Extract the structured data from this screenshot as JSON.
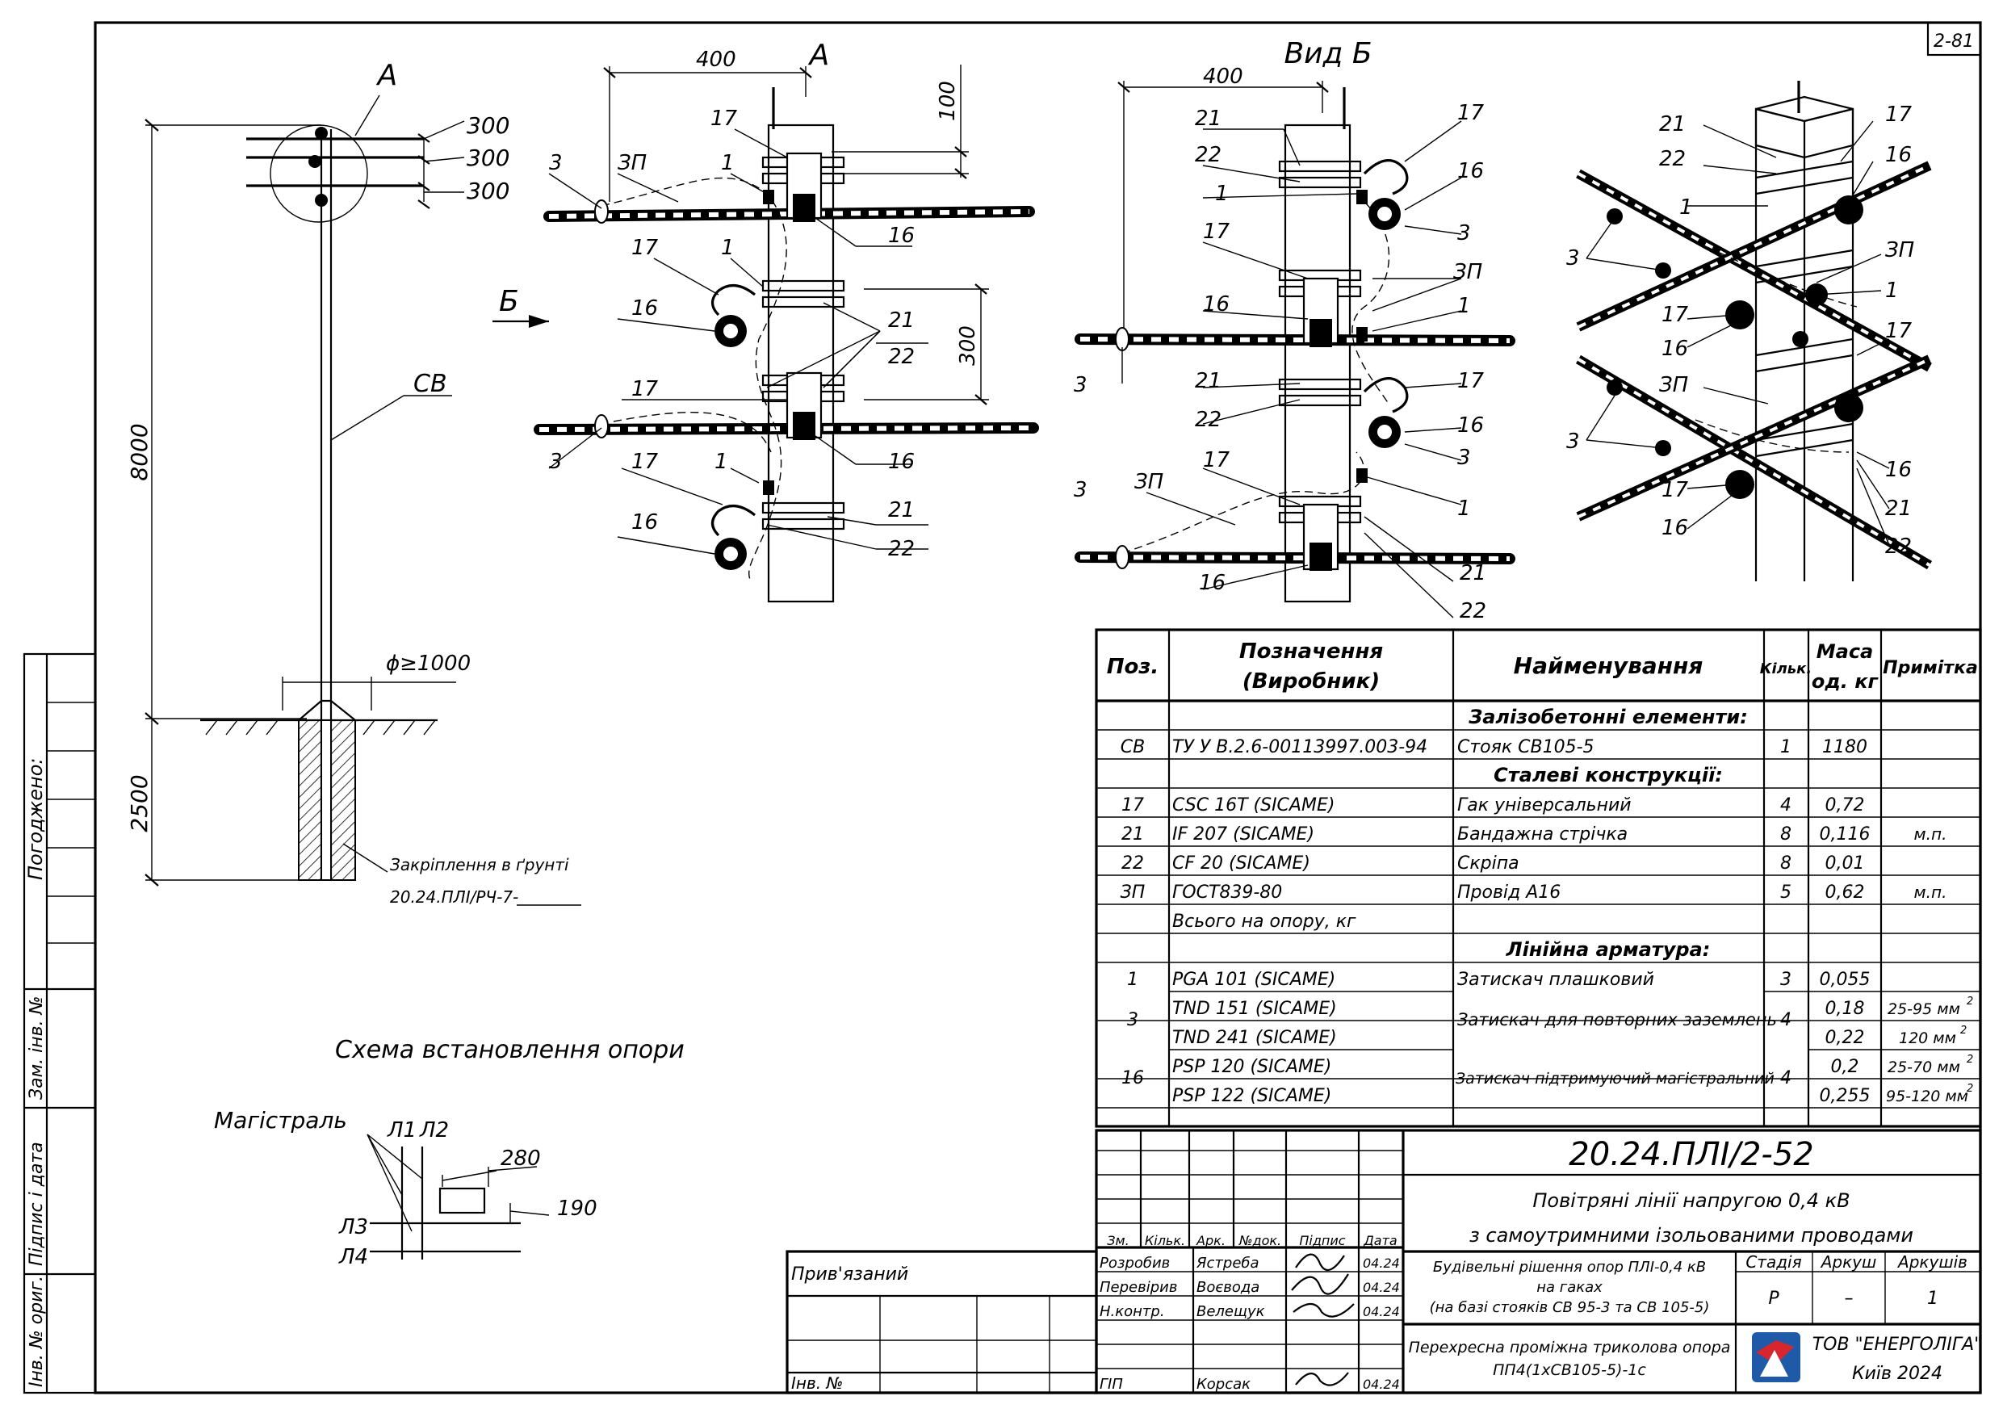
{
  "sheet_no": "2-81",
  "left_strip": {
    "approved": "Погоджено:",
    "replace_inv": "Зам. інв. №",
    "sign_date": "Підпис і дата",
    "inv_orig": "Інв. № ориг."
  },
  "pole_diagram": {
    "detail_a": "А",
    "spacings": [
      "300",
      "300",
      "300"
    ],
    "height": "8000",
    "depth": "2500",
    "pole_label": "СВ",
    "view_arrow": "Б",
    "hole_diameter": "ϕ≥1000",
    "fixing_line1": "Закріплення в ґрунті",
    "fixing_line2": "20.24.ПЛІ/РЧ-7-"
  },
  "view_a": {
    "title": "А",
    "dims": [
      "400",
      "100",
      "300"
    ],
    "callouts": [
      "3",
      "ЗП",
      "1",
      "17",
      "16",
      "17",
      "1",
      "16",
      "21",
      "22",
      "17",
      "3",
      "16",
      "17",
      "1",
      "16",
      "21",
      "22"
    ]
  },
  "view_b": {
    "title": "Вид Б",
    "dim": "400",
    "callouts": [
      "21",
      "22",
      "1",
      "17",
      "16",
      "3",
      "ЗП",
      "1",
      "17",
      "16",
      "3",
      "21",
      "22",
      "17",
      "16",
      "3",
      "17",
      "ЗП",
      "3",
      "1",
      "21",
      "22",
      "16"
    ]
  },
  "iso_view": {
    "callouts": [
      "21",
      "22",
      "17",
      "16",
      "1",
      "3",
      "ЗП",
      "1",
      "17",
      "16",
      "17",
      "ЗП",
      "3",
      "17",
      "16",
      "16",
      "21",
      "22"
    ]
  },
  "schema_title": "Схема встановлення опори",
  "schema": {
    "main_label": "Магістраль",
    "l1": "Л1",
    "l2": "Л2",
    "l3": "Л3",
    "l4": "Л4",
    "w": "280",
    "h": "190"
  },
  "spec": {
    "headers": [
      "Поз.",
      "Позначення (Виробник)",
      "Найменування",
      "Кільк.",
      "Маса од. кг",
      "Примітка"
    ],
    "header_pos": "Поз.",
    "header_desig1": "Позначення",
    "header_desig2": "(Виробник)",
    "header_name": "Найменування",
    "header_qty": "Кільк.",
    "header_mass1": "Маса",
    "header_mass2": "од. кг",
    "header_note": "Примітка",
    "sections": [
      "Залізобетонні елементи:",
      "Сталеві конструкції:",
      "Лінійна арматура:"
    ],
    "rows": [
      {
        "pos": "СВ",
        "desig": "ТУ У В.2.6-00113997.003-94",
        "name": "Стояк СВ105-5",
        "qty": "1",
        "mass": "1180",
        "note": ""
      },
      {
        "pos": "17",
        "desig": "CSC 16T   (SICAME)",
        "name": "Гак універсальний",
        "qty": "4",
        "mass": "0,72",
        "note": ""
      },
      {
        "pos": "21",
        "desig": "IF 207   (SICAME)",
        "name": "Бандажна стрічка",
        "qty": "8",
        "mass": "0,116",
        "note": "м.п."
      },
      {
        "pos": "22",
        "desig": "CF 20   (SICAME)",
        "name": "Скріпа",
        "qty": "8",
        "mass": "0,01",
        "note": ""
      },
      {
        "pos": "ЗП",
        "desig": "ГОСТ839-80",
        "name": "Провід А16",
        "qty": "5",
        "mass": "0,62",
        "note": "м.п."
      },
      {
        "pos": "",
        "desig": "Всього на опору, кг",
        "name": "",
        "qty": "",
        "mass": "",
        "note": ""
      },
      {
        "pos": "1",
        "desig": "PGA  101   (SICAME)",
        "name": "Затискач плашковий",
        "qty": "3",
        "mass": "0,055",
        "note": ""
      }
    ],
    "row3": {
      "pos": "3",
      "desig_a": "TND  151   (SICAME)",
      "desig_b": "TND  241   (SICAME)",
      "name": "Затискач для повторних заземлень",
      "qty": "4",
      "mass_a": "0,18",
      "mass_b": "0,22",
      "note_a": "25-95 мм",
      "note_b": "120 мм"
    },
    "row16": {
      "pos": "16",
      "desig_a": "PSP  120   (SICAME)",
      "desig_b": "PSP  122   (SICAME)",
      "name": "Затискач підтримуючий магістральний",
      "qty": "4",
      "mass_a": "0,2",
      "mass_b": "0,255",
      "note_a": "25-70 мм",
      "note_b": "95-120 мм"
    },
    "sup": "2"
  },
  "title_block": {
    "code": "20.24.ПЛІ/2-52",
    "title1": "Повітряні лінії напругою 0,4 кВ",
    "title2": "з самоутримними ізольованими проводами",
    "col_heads": [
      "Зм.",
      "Кільк.",
      "Арк.",
      "№док.",
      "Підпис",
      "Дата"
    ],
    "people": [
      {
        "role": "Розробив",
        "name": "Ястреба",
        "date": "04.24"
      },
      {
        "role": "Перевірив",
        "name": "Воєвода",
        "date": "04.24"
      },
      {
        "role": "Н.контр.",
        "name": "Велещук",
        "date": "04.24"
      },
      {
        "role": "ГІП",
        "name": "Корсак",
        "date": "04.24"
      }
    ],
    "bound": "Прив'язаний",
    "inv": "Інв. №",
    "doc1": "Будівельні рішення опор ПЛІ-0,4 кВ",
    "doc2": "на гаках",
    "doc3": "(на базі стояків СВ 95-3 та СВ 105-5)",
    "stage_h": "Стадія",
    "sheet_h": "Аркуш",
    "sheets_h": "Аркушів",
    "stage": "Р",
    "sheet": "–",
    "sheets": "1",
    "drawing1": "Перехресна проміжна триколова опора",
    "drawing2": "ПП4(1хСВ105-5)-1с",
    "company": "ТОВ \"ЕНЕРГОЛІГА\"",
    "city": "Київ 2024"
  }
}
